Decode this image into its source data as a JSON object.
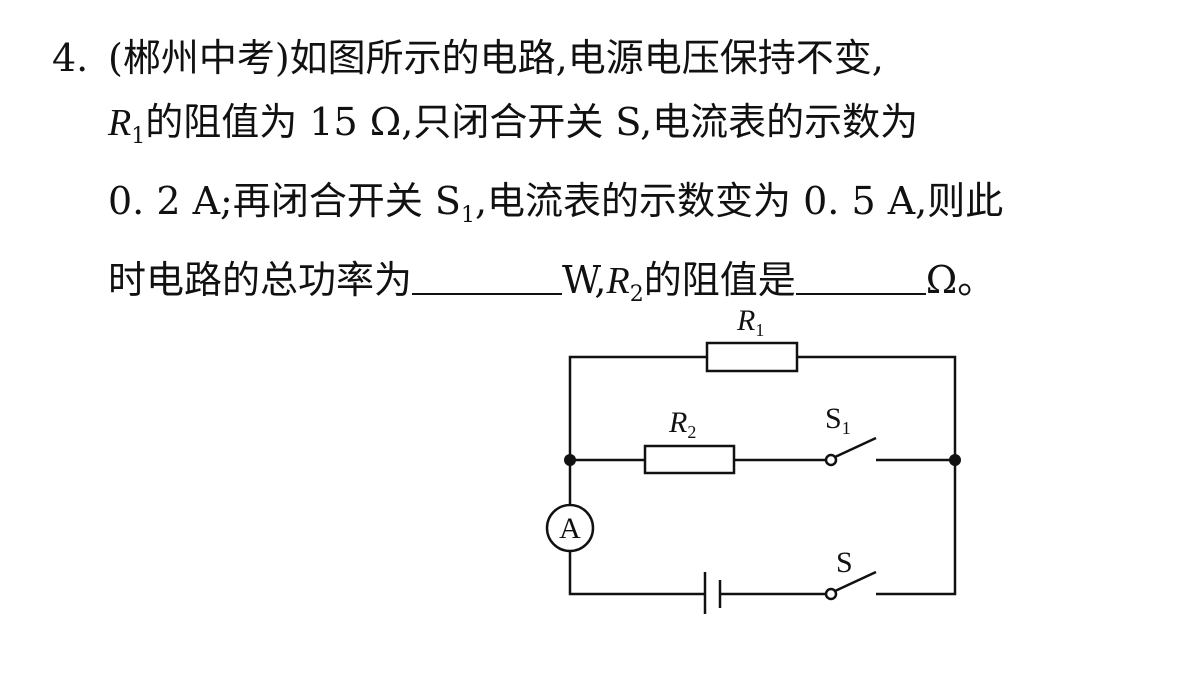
{
  "question": {
    "number": "4.",
    "line1": "(郴州中考)如图所示的电路,电源电压保持不变,",
    "line2_var": "R",
    "line2_sub": "1",
    "line2_rest": "的阻值为 15 Ω,只闭合开关 S,电流表的示数为",
    "line3_a": "0. 2 A;再闭合开关 S",
    "line3_sub": "1",
    "line3_b": ",电流表的示数变为 0. 5 A,则此",
    "line4_a": "时电路的总功率为",
    "line4_b": "W,",
    "line4_var": "R",
    "line4_sub": "2",
    "line4_c": "的阻值是",
    "line4_d": "Ω。"
  },
  "circuit": {
    "r1_label": "R",
    "r1_sub": "1",
    "r2_label": "R",
    "r2_sub": "2",
    "s1_label": "S",
    "s1_sub": "1",
    "s_label": "S",
    "ammeter_label": "A"
  }
}
